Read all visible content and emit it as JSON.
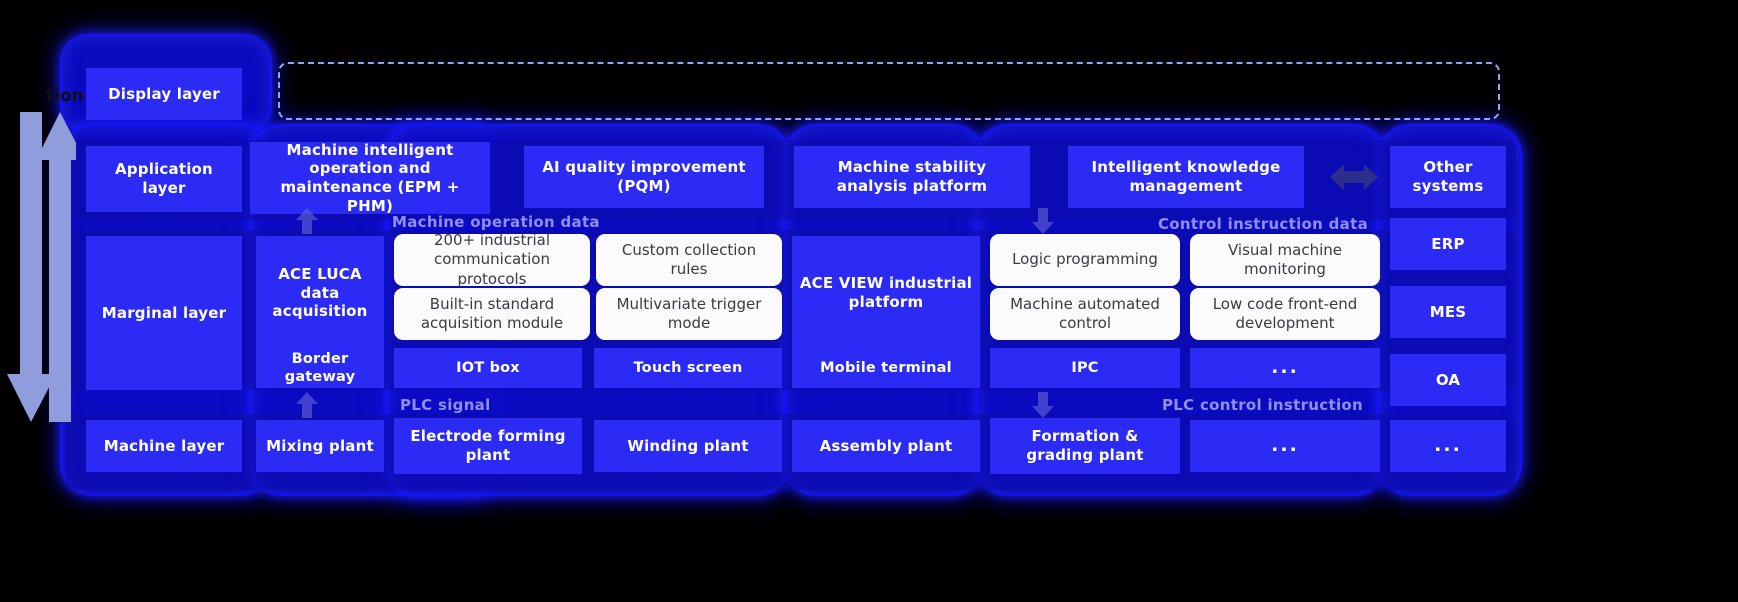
{
  "diagram": {
    "title": "Layered industrial IoT platform architecture",
    "colors": {
      "card_blue": "#2b2bf5",
      "glow_blue": "#1414ff",
      "deep_blue": "#0b0bc8",
      "pill_white": "#fbfbfd",
      "pill_text": "#3a3a42",
      "flow_label": "#8f8ff0",
      "arrow_lavender": "#8f9ddd",
      "background": "#000000",
      "dashed_border": "#8fa4ff"
    },
    "edge_caption": "tion",
    "rows": [
      {
        "key": "display",
        "label": "Display layer",
        "items": []
      },
      {
        "key": "application",
        "label": "Application layer",
        "items": [
          "Machine intelligent operation and maintenance (EPM + PHM)",
          "AI quality improvement (PQM)",
          "Machine stability analysis platform",
          "Intelligent knowledge management"
        ]
      },
      {
        "key": "marginal",
        "label": "Marginal layer",
        "items": []
      },
      {
        "key": "machine",
        "label": "Machine layer",
        "items": [
          "Mixing plant",
          "Electrode forming plant",
          "Winding plant",
          "Assembly plant",
          "Formation & grading plant",
          "..."
        ]
      }
    ],
    "marginal": {
      "left_anchor": "ACE LUCA data acquisition",
      "left_pills": [
        "200+ industrial communication protocols",
        "Custom collection rules",
        "Built-in standard acquisition module",
        "Multivariate trigger mode"
      ],
      "right_anchor": "ACE VIEW industrial platform",
      "right_pills": [
        "Logic programming",
        "Visual machine monitoring",
        "Machine automated control",
        "Low code front-end development"
      ],
      "devices": [
        "Border gateway",
        "IOT box",
        "Touch screen",
        "Mobile terminal",
        "IPC",
        "..."
      ]
    },
    "right_column": {
      "top": "Other systems",
      "systems": [
        "ERP",
        "MES",
        "OA",
        "..."
      ]
    },
    "flow_labels": {
      "machine_operation_data": "Machine operation data",
      "control_instruction_data": "Control instruction data",
      "plc_signal": "PLC signal",
      "plc_control_instruction": "PLC control instruction"
    },
    "arrows": {
      "left_down": "down-arrow",
      "left_up": "up-arrow",
      "app_to_other": "bidirectional-arrow"
    }
  }
}
